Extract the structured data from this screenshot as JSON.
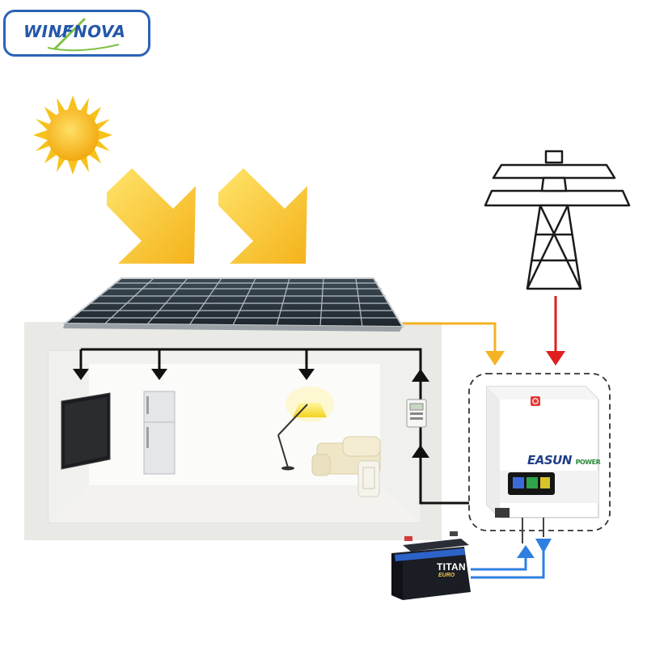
{
  "logo": {
    "text": "WINF̸NOVA",
    "icon": "winfinova-logo"
  },
  "inverter": {
    "brand": "EASUN",
    "brand_sub": "POWER",
    "icon": "hybrid-inverter"
  },
  "battery": {
    "brand": "TITAN",
    "sub": "EURO",
    "icon": "battery"
  },
  "colors": {
    "solar_line": "#f4b324",
    "grid_line": "#e11f1f",
    "battery_line": "#2f7fe0",
    "load_line": "#111111",
    "arrow_yellow": "#f7c31c",
    "sun": "#f6c21b"
  },
  "icons": [
    "sun-icon",
    "solar-panel-icon",
    "pylon-icon",
    "tv-icon",
    "fridge-icon",
    "lamp-icon",
    "sofa-icon",
    "meter-icon"
  ]
}
